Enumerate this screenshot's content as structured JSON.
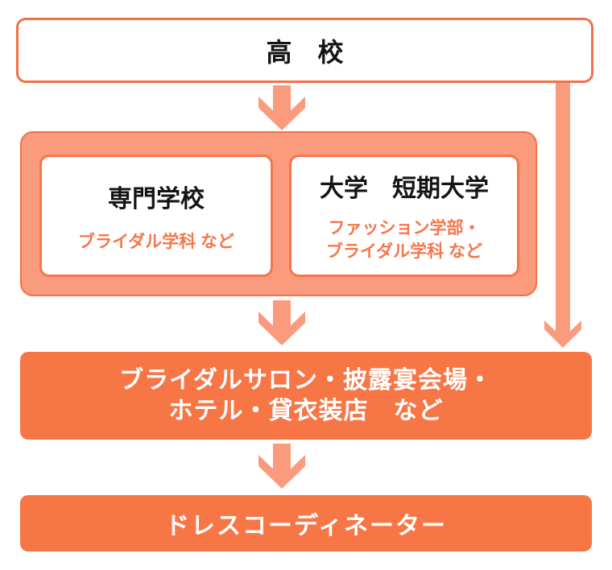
{
  "colors": {
    "solid_orange": "#F77646",
    "salmon": "#FA9B7E",
    "outline_orange": "#F37149",
    "accent_text_orange": "#F5764B",
    "title_black": "#141414",
    "background": "#FFFFFF",
    "box_text_white": "#FFFFFF"
  },
  "flowchart": {
    "high_school": {
      "label": "高　校"
    },
    "education": {
      "vocational_school": {
        "title": "専門学校",
        "subtitle": "ブライダル学科 など"
      },
      "university": {
        "title": "大学　短期大学",
        "subtitle_line1": "ファッション学部・",
        "subtitle_line2": "ブライダル学科 など"
      }
    },
    "workplace": {
      "line1": "ブライダルサロン・披露宴会場・",
      "line2": "ホテル・貸衣装店　など"
    },
    "occupation": {
      "label": "ドレスコーディネーター"
    }
  }
}
